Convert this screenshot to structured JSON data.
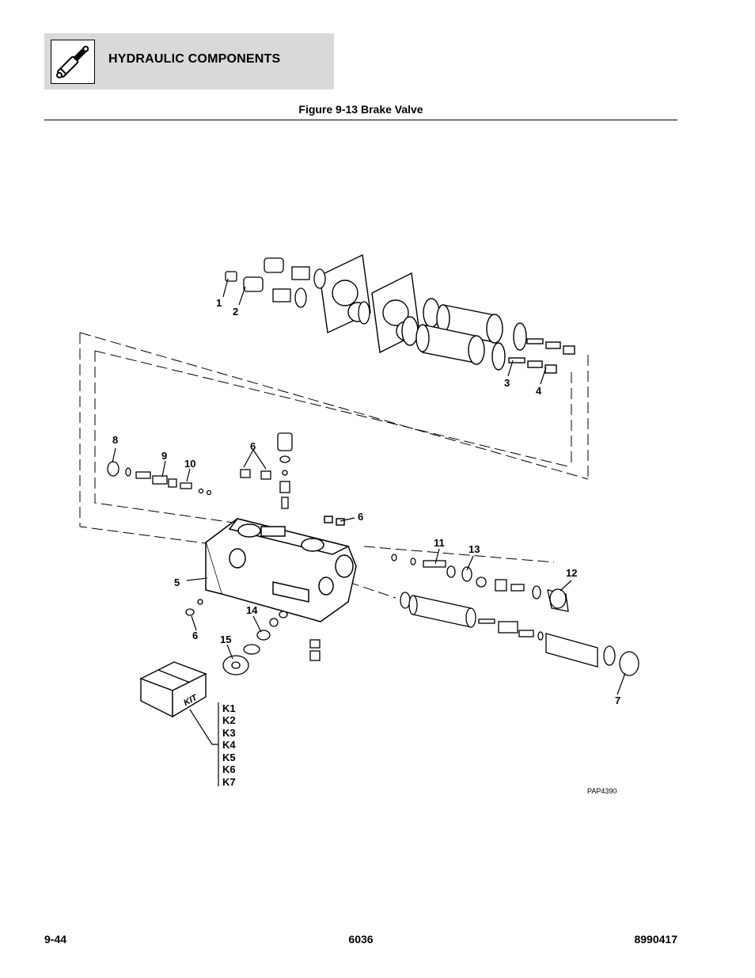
{
  "header": {
    "section_title": "HYDRAULIC COMPONENTS",
    "icon": "hydraulic-cylinder-icon"
  },
  "figure": {
    "title": "Figure 9-13 Brake Valve",
    "drawing_id": "PAP4390"
  },
  "callouts": {
    "c1": "1",
    "c2": "2",
    "c3": "3",
    "c4": "4",
    "c5": "5",
    "c6a": "6",
    "c6b": "6",
    "c6c": "6",
    "c7": "7",
    "c8": "8",
    "c9": "9",
    "c10": "10",
    "c11": "11",
    "c12": "12",
    "c13": "13",
    "c14": "14",
    "c15": "15"
  },
  "kit": {
    "box_label": "KIT",
    "items": [
      "K1",
      "K2",
      "K3",
      "K4",
      "K5",
      "K6",
      "K7"
    ]
  },
  "footer": {
    "page": "9-44",
    "model": "6036",
    "manual_no": "8990417"
  }
}
